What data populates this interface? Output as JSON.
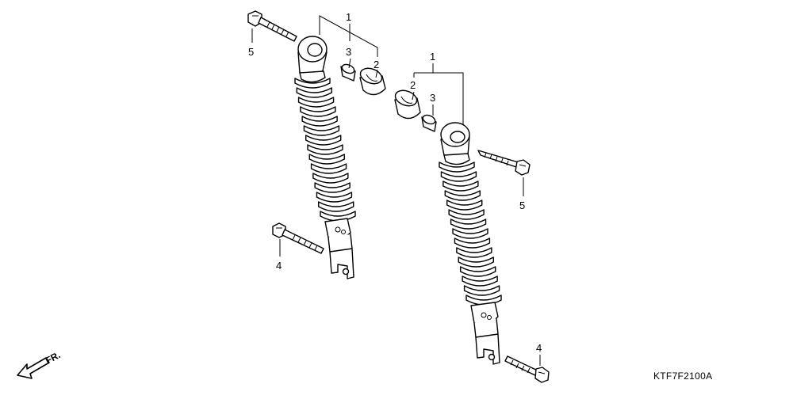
{
  "diagram_code": "KTF7F2100A",
  "front_arrow_label": "FR.",
  "callouts": {
    "left_unit": "1",
    "left_bushing": "2",
    "left_collar": "3",
    "left_lower_bolt": "4",
    "left_upper_bolt": "5",
    "right_unit": "1",
    "right_bushing": "2",
    "right_collar": "3",
    "right_lower_bolt": "4",
    "right_upper_bolt": "5"
  }
}
